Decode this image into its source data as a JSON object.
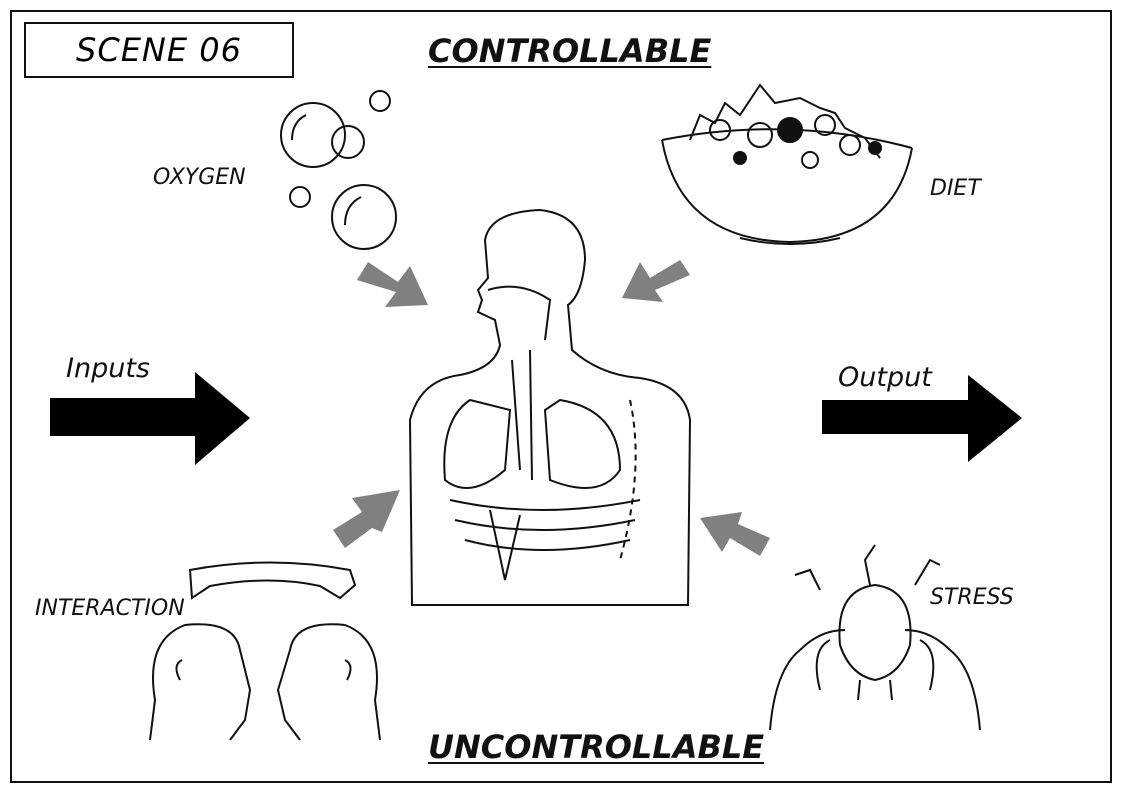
{
  "scene_label": "SCENE 06",
  "headings": {
    "top": "CONTROLLABLE",
    "bottom": "UNCONTROLLABLE"
  },
  "labels": {
    "oxygen": "OXYGEN",
    "diet": "DIET",
    "interaction": "INTERACTION",
    "stress": "STRESS",
    "inputs": "Inputs",
    "output": "Output"
  },
  "colors": {
    "ink": "#111111",
    "gray_arrow": "#808080"
  }
}
